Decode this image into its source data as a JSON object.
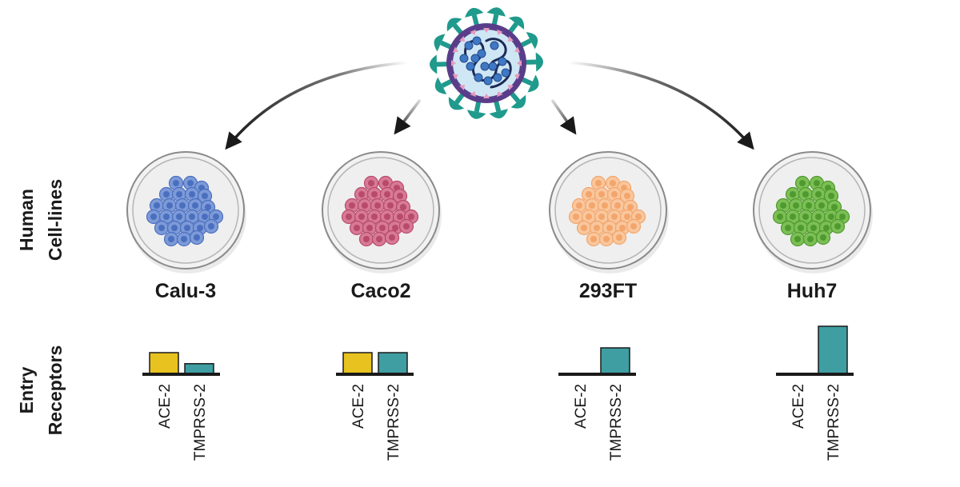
{
  "row_labels": {
    "cells_line1": "Human",
    "cells_line2": "Cell-lines",
    "receptors_line1": "Entry",
    "receptors_line2": "Receptors"
  },
  "cell_lines": [
    {
      "name": "Calu-3",
      "color": "#4a6fbf",
      "light": "#7d9ad8",
      "receptors": [
        {
          "label": "ACE-2",
          "level": 0.45
        },
        {
          "label": "TMPRSS-2",
          "level": 0.22
        }
      ]
    },
    {
      "name": "Caco2",
      "color": "#b84a6a",
      "light": "#d77a96",
      "receptors": [
        {
          "label": "ACE-2",
          "level": 0.45
        },
        {
          "label": "TMPRSS-2",
          "level": 0.45
        }
      ]
    },
    {
      "name": "293FT",
      "color": "#f3a56b",
      "light": "#f9c79e",
      "receptors": [
        {
          "label": "ACE-2",
          "level": 0
        },
        {
          "label": "TMPRSS-2",
          "level": 0.55
        }
      ]
    },
    {
      "name": "Huh7",
      "color": "#4f9a2f",
      "light": "#7cbf55",
      "receptors": [
        {
          "label": "ACE-2",
          "level": 0
        },
        {
          "label": "TMPRSS-2",
          "level": 1.0
        }
      ]
    }
  ],
  "colors": {
    "ace2_bar": "#e8c21e",
    "tmprss2_bar": "#3f9ea2",
    "virus_spike": "#1f9a8c",
    "virus_envelope": "#5a3d8a",
    "virus_inner": "#cfe6f5",
    "arrow": "#1a1a1a"
  },
  "icons": {
    "virus": "coronavirus-icon",
    "dish": "petri-dish-icon"
  }
}
